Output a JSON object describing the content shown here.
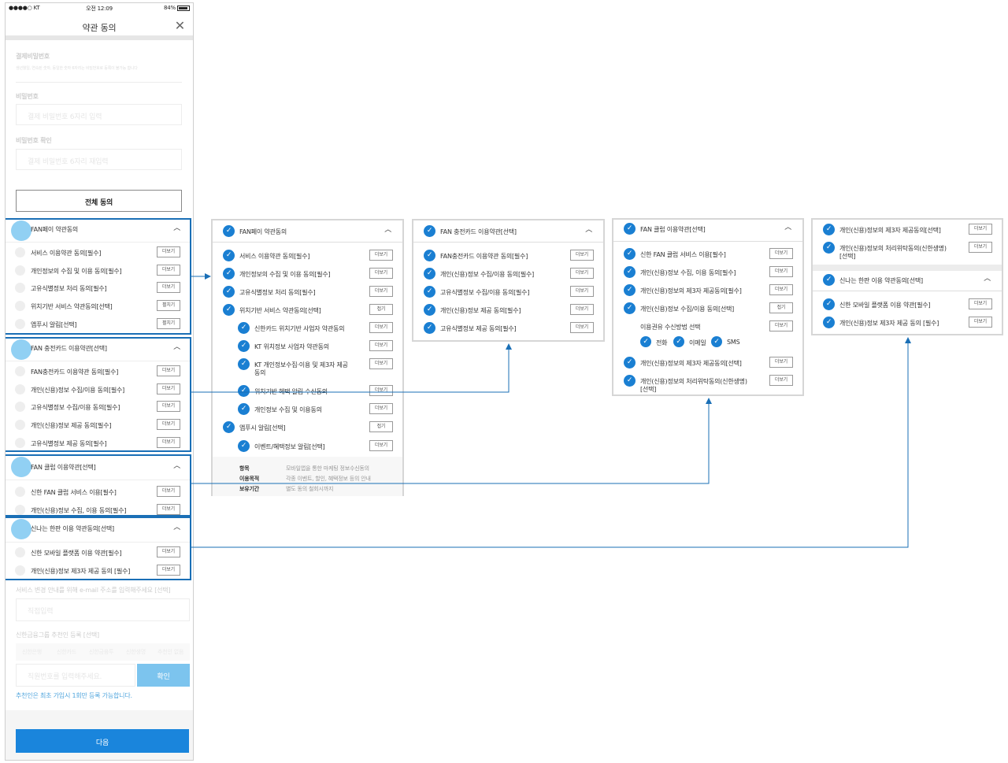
{
  "status": {
    "carrier": "●●●●○ KT",
    "time": "오전 12:09",
    "battery": "84%"
  },
  "title": "약관 동의",
  "payment": {
    "section_title": "결제비밀번호",
    "section_desc": "생년월일, 연속된 숫자, 동일한 숫자 6자리는 비밀번호로 등록이 불가능 합니다",
    "pw_label": "비밀번호",
    "pw_placeholder": "결제 비밀번호 6자리 입력",
    "pw2_label": "비밀번호 확인",
    "pw2_placeholder": "결제 비밀번호 6자리 재입력"
  },
  "all_agree": "전체 동의",
  "more": "더보기",
  "fold": "접기",
  "fanpay": {
    "title": "FAN페이 약관동의",
    "items": [
      {
        "label": "서비스 이용약관 동의[필수]",
        "btn": "더보기"
      },
      {
        "label": "개인정보의 수집 및 이용 동의[필수]",
        "btn": "더보기"
      },
      {
        "label": "고유식별정보 처리 동의[필수]",
        "btn": "더보기"
      },
      {
        "label": "위치기반 서비스 약관동의[선택]",
        "btn": "펼치기"
      },
      {
        "label": "앱푸시 알림[선택]",
        "btn": "펼치기"
      }
    ]
  },
  "charge": {
    "title": "FAN 충전카드 이용약관[선택]",
    "items": [
      {
        "label": "FAN충전카드 이용약관 동의[필수]"
      },
      {
        "label": "개인(신용)정보 수집/이용 동의[필수]"
      },
      {
        "label": "고유식별정보 수집/이용 동의[필수]"
      },
      {
        "label": "개인(신용)정보 제공 동의[필수]"
      },
      {
        "label": "고유식별정보 제공 동의[필수]"
      }
    ]
  },
  "club": {
    "title": "FAN 클럽 이용약관[선택]",
    "items": [
      {
        "label": "신한 FAN 클럽 서비스 이용[필수]"
      },
      {
        "label": "개인(신용)정보 수집, 이용 동의[필수]"
      }
    ]
  },
  "hanpan": {
    "title": "신나는 한판 이용 약관동의[선택]",
    "items": [
      {
        "label": "신한 모바일 플랫폼 이용 약관[필수]"
      },
      {
        "label": "개인(신용)정보 제3자 제공 동의 [필수]"
      }
    ]
  },
  "email_label": "서비스 변경 안내를 위해 e-mail 주소를 입력해주세요 [선택]",
  "email_placeholder": "직접입력",
  "ref_label": "신한금융그룹 추천인 등록 [선택]",
  "ref_companies": [
    "신한은행",
    "신한카드",
    "신한금융투",
    "신한생명",
    "추천인 없음"
  ],
  "ref_placeholder": "직원번호를 입력해주세요.",
  "ref_confirm": "확인",
  "ref_note": "추천인은 최초 가입시 1회만 등록 가능합니다.",
  "next": "다음",
  "panel1": {
    "title": "FAN페이 약관동의",
    "items": [
      "서비스 이용약관 동의[필수]",
      "개인정보의 수집 및 이용 동의[필수]",
      "고유식별정보 처리 동의[필수]",
      "위치기반 서비스 약관동의[선택]",
      "신한카드 위치기반 사업자 약관동의",
      "KT 위치정보 사업자 약관동의",
      "KT 개인정보수집·이용 및 제3자 제공",
      "동의",
      "위치기반 혜택 알림 수신동의",
      "개인정보 수집 및 이용동의",
      "앱푸시 알림[선택]",
      "이벤트/혜택정보 알림[선택]"
    ],
    "table": [
      {
        "k": "항목",
        "v": "모바일앱을 통한 마케팅 정보수신동의"
      },
      {
        "k": "이용목적",
        "v": "각종 이벤트, 할인, 혜택정보 등의 안내"
      },
      {
        "k": "보유기간",
        "v": "별도 동의 철회시까지"
      }
    ]
  },
  "panel2": {
    "title": "FAN 충전카드 이용약관[선택]",
    "items": [
      "FAN충전카드 이용약관 동의[필수]",
      "개인(신용)정보 수집/이용 동의[필수]",
      "고유식별정보 수집/이용 동의[필수]",
      "개인(신용)정보 제공 동의[필수]",
      "고유식별정보 제공 동의[필수]"
    ]
  },
  "panel3": {
    "title": "FAN 클럽 이용약관[선택]",
    "items": [
      "신한 FAN 클럽 서비스 이용[필수]",
      "개인(신용)정보 수집, 이용 동의[필수]",
      "개인(신용)정보의 제3자 제공동의[필수]",
      "개인(신용)정보 수집/이용 동의[선택]",
      "이용권유 수신방법 선택",
      "개인(신용)정보의 제3자 제공동의[선택]",
      "개인(신용)정보의 처리위탁동의(신한생명)",
      "[선택]"
    ],
    "methods": [
      "전화",
      "이메일",
      "SMS"
    ]
  },
  "panel4": {
    "items": [
      "개인(신용)정보의 제3자 제공동의[선택]",
      "개인(신용)정보의 처리위탁동의(신한생명)",
      "[선택]"
    ],
    "title2": "신나는 한판 이용 약관동의[선택]",
    "items2": [
      "신한 모바일 플랫폼 이용 약관[필수]",
      "개인(신용)정보 제3자 제공 동의 [필수]"
    ]
  },
  "colors": {
    "accent": "#1a7fd2",
    "outline": "#1a6fb6",
    "confirm": "#7cc4ee"
  }
}
